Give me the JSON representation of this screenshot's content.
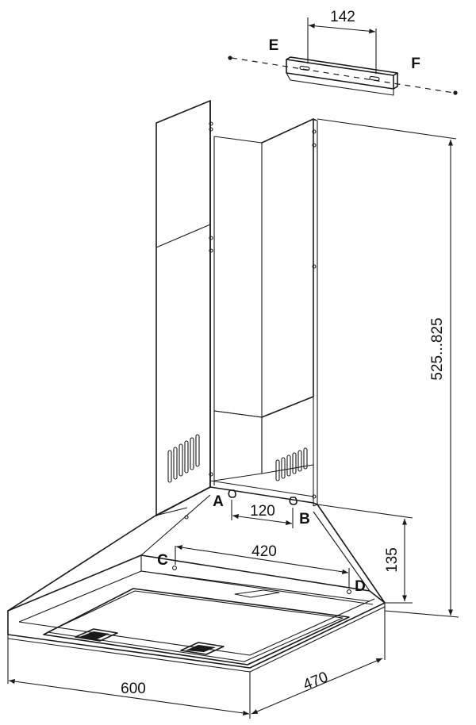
{
  "dimensions": {
    "bracket_width": "142",
    "hole_spacing_top": "120",
    "hole_spacing_lower": "420",
    "height_range": "525...825",
    "bracket_height": "135",
    "hood_width": "600",
    "hood_depth": "470"
  },
  "labels": {
    "a": "A",
    "b": "B",
    "c": "C",
    "d": "D",
    "e": "E",
    "f": "F"
  }
}
